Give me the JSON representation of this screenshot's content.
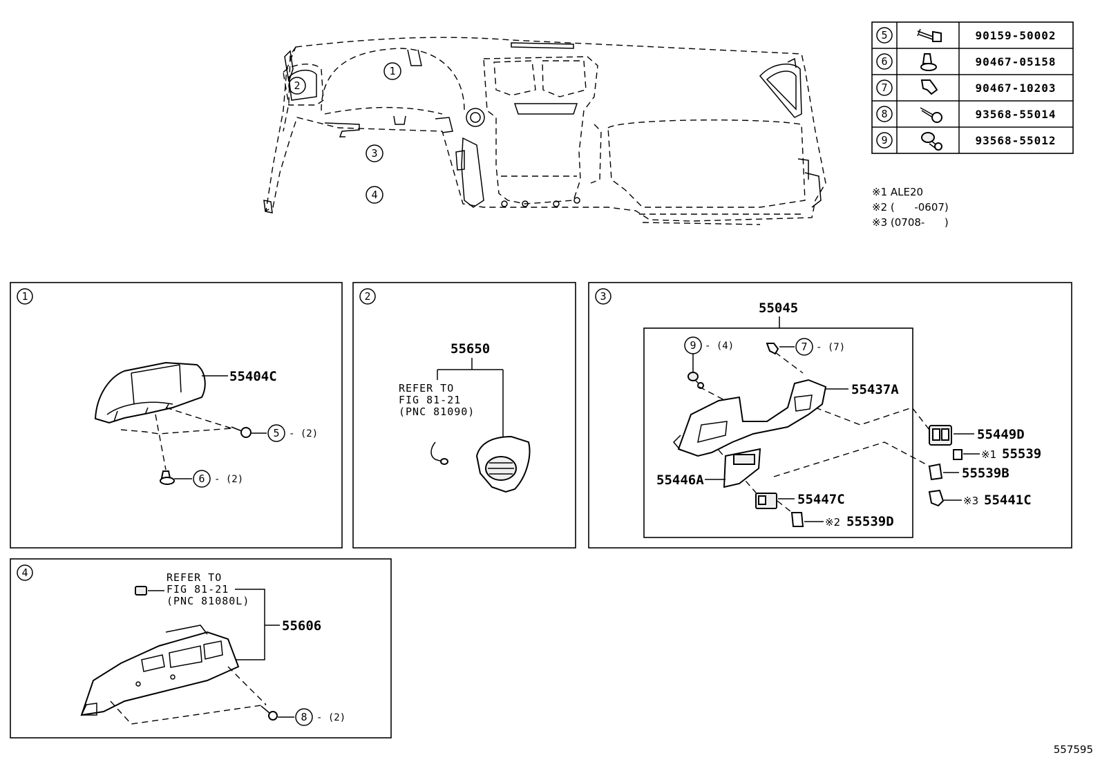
{
  "overview": {
    "callouts": [
      "1",
      "2",
      "3",
      "4"
    ]
  },
  "fastener_table": {
    "rows": [
      {
        "ref": "5",
        "number": "90159-50002",
        "icon": "bolt-icon"
      },
      {
        "ref": "6",
        "number": "90467-05158",
        "icon": "push-clip-icon"
      },
      {
        "ref": "7",
        "number": "90467-10203",
        "icon": "spring-clip-icon"
      },
      {
        "ref": "8",
        "number": "93568-55014",
        "icon": "screw-icon"
      },
      {
        "ref": "9",
        "number": "93568-55012",
        "icon": "washer-screw-icon"
      }
    ]
  },
  "notes": [
    "※1 ALE20",
    "※2 (      -0607)",
    "※3 (0708-      )"
  ],
  "panel1": {
    "ref": "1",
    "part": "55404C",
    "fasteners": [
      {
        "ref": "5",
        "qty": "- (2)"
      },
      {
        "ref": "6",
        "qty": "- (2)"
      }
    ]
  },
  "panel2": {
    "ref": "2",
    "part": "55650",
    "refer": [
      "REFER TO",
      "FIG 81-21",
      "(PNC 81090)"
    ]
  },
  "panel3": {
    "ref": "3",
    "assembly": "55045",
    "fasteners": [
      {
        "ref": "9",
        "qty": "- (4)"
      },
      {
        "ref": "7",
        "qty": "- (7)"
      }
    ],
    "parts": {
      "p55437A": "55437A",
      "p55449D": "55449D",
      "p55539": "55539",
      "p55539_note": "※1",
      "p55539B": "55539B",
      "p55446A": "55446A",
      "p55441C": "55441C",
      "p55441C_note": "※3",
      "p55447C": "55447C",
      "p55539D": "55539D",
      "p55539D_note": "※2"
    }
  },
  "panel4": {
    "ref": "4",
    "part": "55606",
    "refer": [
      "REFER TO",
      "FIG 81-21",
      "(PNC 81080L)"
    ],
    "fasteners": [
      {
        "ref": "8",
        "qty": "- (2)"
      }
    ]
  },
  "footer_code": "557595"
}
